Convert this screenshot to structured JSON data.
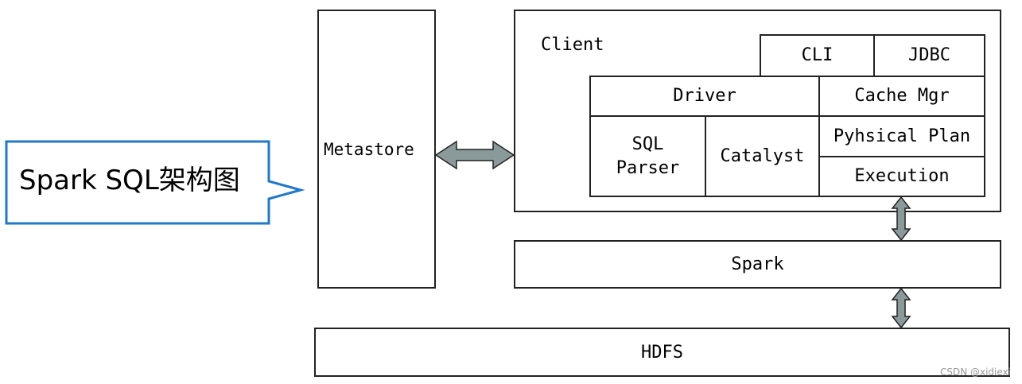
{
  "callout": {
    "text": "Spark SQL架构图"
  },
  "metastore": {
    "label": "Metastore"
  },
  "client": {
    "label": "Client",
    "cli": "CLI",
    "jdbc": "JDBC",
    "driver": "Driver",
    "cache_mgr": "Cache Mgr",
    "sql_parser": [
      "SQL",
      "Parser"
    ],
    "catalyst": "Catalyst",
    "physical_plan": "Pyhsical Plan",
    "execution": "Execution"
  },
  "spark": {
    "label": "Spark"
  },
  "hdfs": {
    "label": "HDFS"
  },
  "watermark": "CSDN @xidiexi",
  "colors": {
    "callout_border": "#1f78c8",
    "arrow_fill": "#8a9a9a",
    "line": "#222222"
  }
}
